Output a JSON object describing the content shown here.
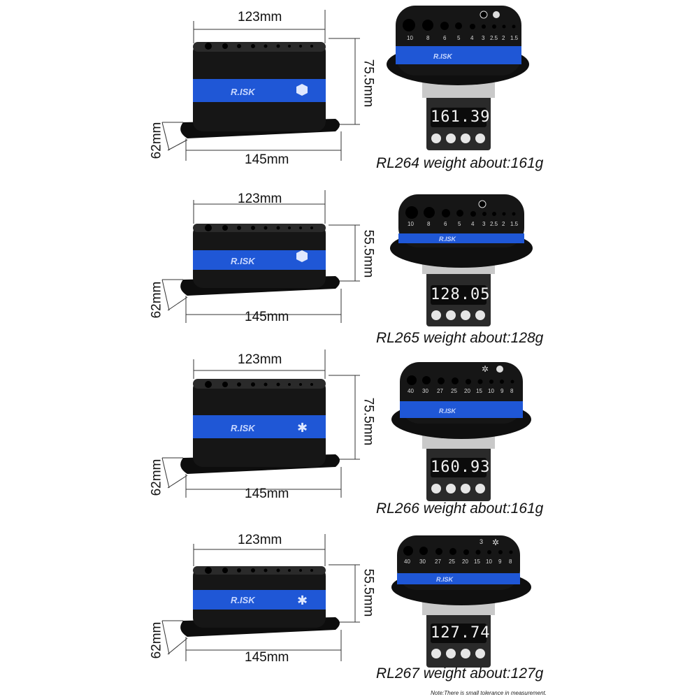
{
  "rows": [
    {
      "model": "RL264",
      "width_top": "123mm",
      "height": "75.5mm",
      "depth": "62mm",
      "width_base": "145mm",
      "scale_reading": "161.39",
      "caption": "RL264 weight about:161g",
      "hole_labels": [
        "10",
        "8",
        "6",
        "5",
        "4",
        "3",
        "2.5",
        "2",
        "1.5"
      ],
      "icon": "hex-icon"
    },
    {
      "model": "RL265",
      "width_top": "123mm",
      "height": "55.5mm",
      "depth": "62mm",
      "width_base": "145mm",
      "scale_reading": "128.05",
      "caption": "RL265 weight about:128g",
      "hole_labels": [
        "10",
        "8",
        "6",
        "5",
        "4",
        "3",
        "2.5",
        "2",
        "1.5"
      ],
      "icon": "hex-icon"
    },
    {
      "model": "RL266",
      "width_top": "123mm",
      "height": "75.5mm",
      "depth": "62mm",
      "width_base": "145mm",
      "scale_reading": "160.93",
      "caption": "RL266 weight about:161g",
      "hole_labels": [
        "40",
        "30",
        "27",
        "25",
        "20",
        "15",
        "10",
        "9",
        "8"
      ],
      "icon": "torx-icon"
    },
    {
      "model": "RL267",
      "width_top": "123mm",
      "height": "55.5mm",
      "depth": "62mm",
      "width_base": "145mm",
      "scale_reading": "127.74",
      "caption": "RL267 weight about:127g",
      "hole_labels": [
        "40",
        "30",
        "27",
        "25",
        "20",
        "15",
        "10",
        "9",
        "8"
      ],
      "icon": "torx-icon"
    }
  ],
  "brand": "R.ISK",
  "note": "Note:There is small tolerance in measurement.",
  "colors": {
    "body": "#161616",
    "band": "#1f57d6",
    "scale": "#222222",
    "tray": "#c9c9c9"
  }
}
